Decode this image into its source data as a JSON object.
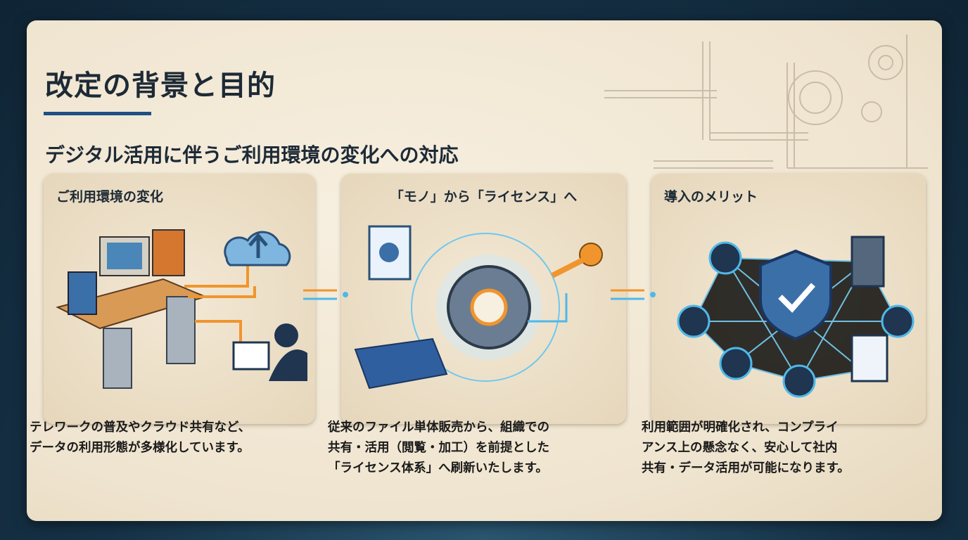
{
  "title": "改定の背景と目的",
  "subtitle": "デジタル活用に伴うご利用環境の変化への対応",
  "panels": [
    {
      "heading": "ご利用環境の変化",
      "desc": [
        "テレワークの普及やクラウド共有など、",
        "データの利用形態が多様化しています。"
      ],
      "icon": "desk-cloud-laptop-illustration"
    },
    {
      "heading": "「モノ」から「ライセンス」へ",
      "desc": [
        "従来のファイル単体販売から、組織での",
        "共有・活用（閲覧・加工）を前提とした",
        "「ライセンス体系」へ刷新いたします。"
      ],
      "icon": "gear-key-illustration"
    },
    {
      "heading": "導入のメリット",
      "desc": [
        "利用範囲が明確化され、コンプライ",
        "アンス上の懸念なく、安心して社内",
        "共有・データ活用が可能になります。"
      ],
      "icon": "network-shield-illustration"
    }
  ],
  "colors": {
    "accent": "#1e4f86",
    "orange": "#f0952e",
    "cyan": "#4fb8e8"
  }
}
